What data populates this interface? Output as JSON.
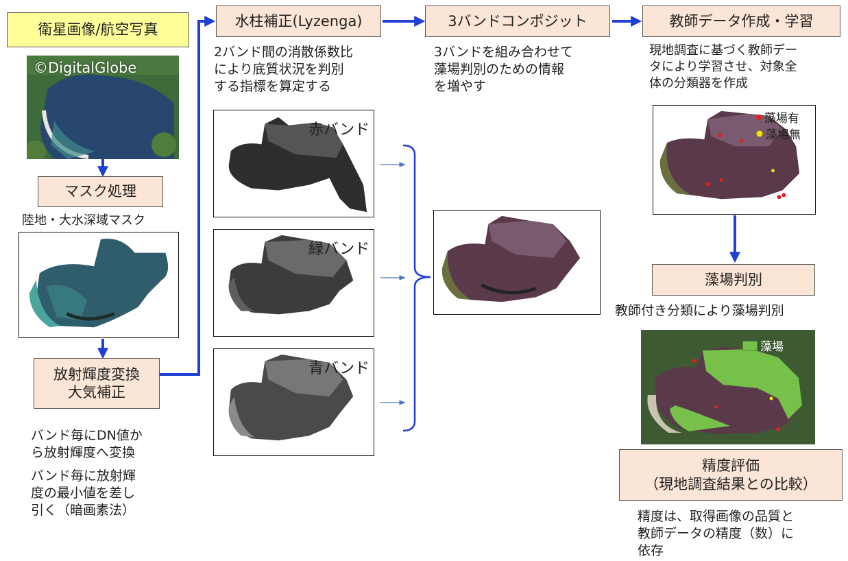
{
  "colors": {
    "arrow_blue": "#1f3fd6",
    "thin_arrow": "#4a78c4",
    "box_fill": "#fbe5d6",
    "title_fill": "#ffff99",
    "seagrass_present": "#e02020",
    "seagrass_absent": "#f2e318",
    "seagrass_area": "#77c04a"
  },
  "column1": {
    "title": "衛星画像/航空写真",
    "image_credit": "©DigitalGlobe",
    "mask_box": "マスク処理",
    "mask_caption": "陸地・大水深域マスク",
    "radiance_box_line1": "放射輝度変換",
    "radiance_box_line2": "大気補正",
    "note1_line1": "バンド毎にDN値か",
    "note1_line2": "ら放射輝度へ変換",
    "note2_line1": "バンド毎に放射輝",
    "note2_line2": "度の最小値を差し",
    "note2_line3": "引く（暗画素法）"
  },
  "column2": {
    "box": "水柱補正(Lyzenga)",
    "desc_line1": "2バンド間の消散係数比",
    "desc_line2": "により底質状況を判別",
    "desc_line3": "する指標を算定する",
    "band_red": "赤バンド",
    "band_green": "緑バンド",
    "band_blue": "青バンド"
  },
  "column3": {
    "box": "3バンドコンポジット",
    "desc_line1": "3バンドを組み合わせて",
    "desc_line2": "藻場判別のための情報",
    "desc_line3": "を増やす"
  },
  "column4": {
    "box": "教師データ作成・学習",
    "desc_line1": "現地調査に基づく教師デー",
    "desc_line2": "タにより学習させ、対象全",
    "desc_line3": "体の分類器を作成",
    "legend_present": "藻場有",
    "legend_absent": "藻場無",
    "classify_box": "藻場判別",
    "classify_caption": "教師付き分類により藻場判別",
    "legend_seagrass": "藻場",
    "accuracy_box_line1": "精度評価",
    "accuracy_box_line2": "（現地調査結果との比較）",
    "accuracy_note_line1": "精度は、取得画像の品質と",
    "accuracy_note_line2": "教師データの精度（数）に",
    "accuracy_note_line3": "依存"
  }
}
